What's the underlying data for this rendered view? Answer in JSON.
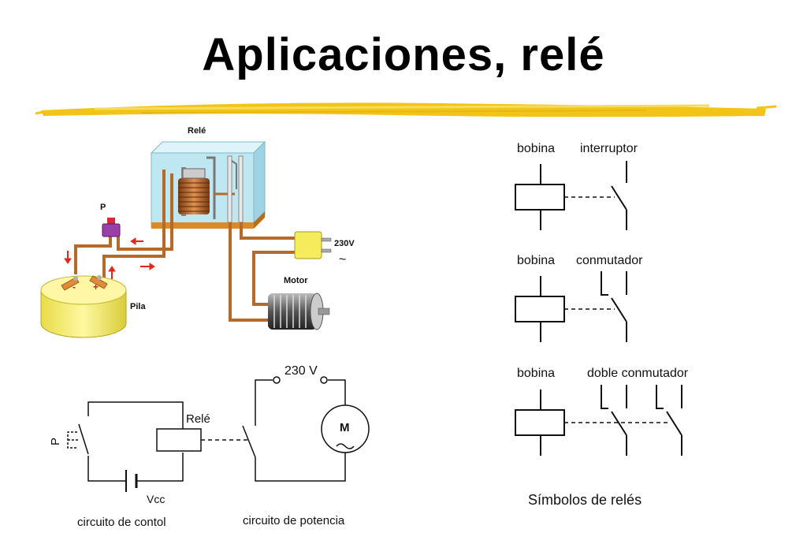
{
  "slide": {
    "title": "Aplicaciones, relé",
    "colors": {
      "accent_stroke": "#f2c418",
      "pila": "#f4ec72",
      "rele_box": "#bfe7f2",
      "wire": "#b56a2a",
      "plug": "#f4ec5a",
      "push_button": "#9a3fa8"
    }
  },
  "illustration": {
    "rele_label": "Relé",
    "pulsador_label": "P",
    "pila_label": "Pila",
    "pila_minus": "-",
    "pila_plus": "+",
    "enchufe_label": "230V",
    "ac_symbol": "~",
    "motor_label": "Motor"
  },
  "schematic": {
    "pulsador_label": "P",
    "rele_label": "Relé",
    "battery_label": "Vcc",
    "voltage_label": "230 V",
    "motor_symbol": "M",
    "ac_symbol": "~",
    "control_caption": "circuito de contol",
    "power_caption": "circuito de potencia"
  },
  "symbols": {
    "interruptor": {
      "coil_label": "bobina",
      "contact_label": "interruptor"
    },
    "conmutador": {
      "coil_label": "bobina",
      "contact_label": "conmutador"
    },
    "doble": {
      "coil_label": "bobina",
      "contact_label": "doble conmutador"
    },
    "caption": "Símbolos de relés"
  }
}
